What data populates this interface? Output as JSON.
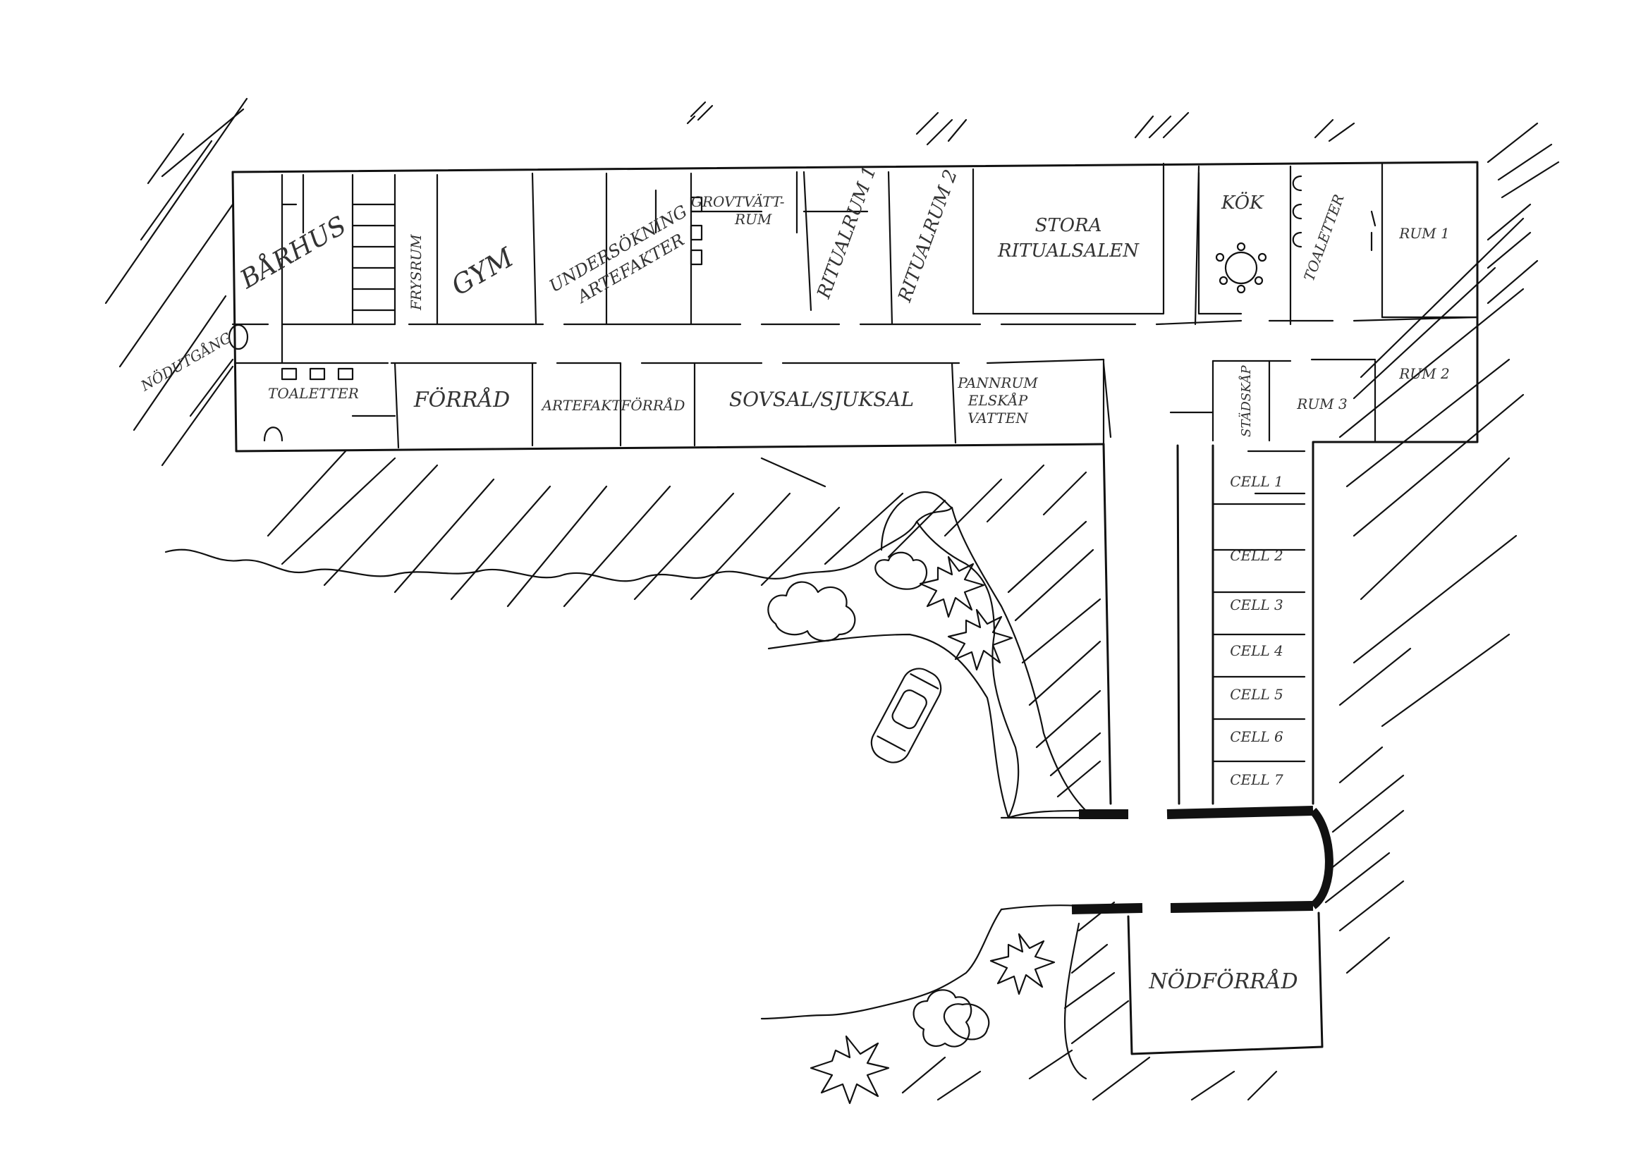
{
  "colors": {
    "ink": "#111111",
    "label": "#333333",
    "paper": "#ffffff"
  },
  "rooms": {
    "barhus": "BÅRHUS",
    "frysrum": "FRYSRUM",
    "gym": "GYM",
    "undersokning_line1": "UNDERSÖKNING",
    "undersokning_line2": "ARTEFAKTER",
    "grovtvatt_line1": "GROVTVÄTT-",
    "grovtvatt_line2": "RUM",
    "ritualrum1": "RITUALRUM 1",
    "ritualrum2": "RITUALRUM 2",
    "stora_line1": "STORA",
    "stora_line2": "RITUALSALEN",
    "kok": "KÖK",
    "toaletter_east": "TOALETTER",
    "rum1": "RUM 1",
    "rum2": "RUM 2",
    "rum3": "RUM 3",
    "stadskap": "STÄDSKÅP",
    "nodutgang": "NÖDUTGÅNG",
    "toaletter_west": "TOALETTER",
    "forrad": "FÖRRÅD",
    "artefaktforrad": "ARTEFAKTFÖRRÅD",
    "sovsal": "SOVSAL/SJUKSAL",
    "pannrum_line1": "PANNRUM",
    "pannrum_line2": "ELSKÅP",
    "pannrum_line3": "VATTEN",
    "nodforrad": "NÖDFÖRRÅD"
  },
  "cells": [
    "CELL 1",
    "CELL 2",
    "CELL 3",
    "CELL 4",
    "CELL 5",
    "CELL 6",
    "CELL 7"
  ],
  "icons": [
    "tree-icon",
    "bush-icon",
    "car-icon",
    "round-table-icon",
    "toilet-icon"
  ]
}
